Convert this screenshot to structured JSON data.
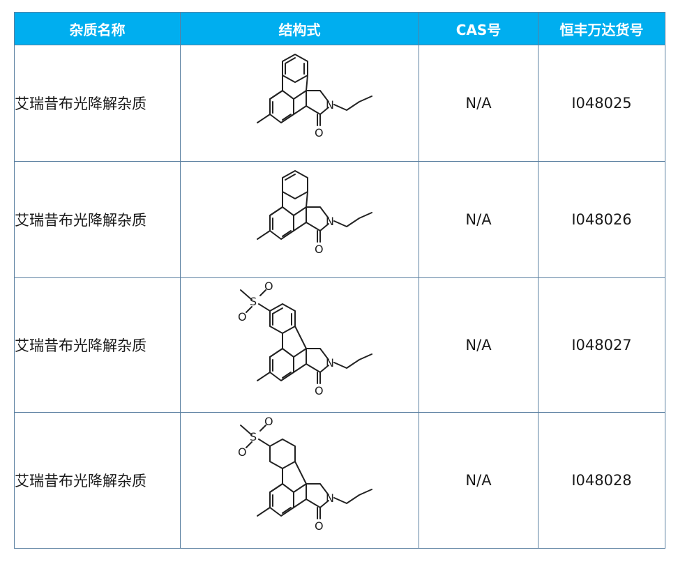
{
  "headers": [
    "杂质名称",
    "结构式",
    "CAS号",
    "恒丰万达货号"
  ],
  "rows": [
    {
      "name": "艾瑞昔布光降解杂质",
      "cas": "N/A",
      "catalog": "I048025",
      "atoms": {
        "n": "N",
        "o": "O"
      }
    },
    {
      "name": "艾瑞昔布光降解杂质",
      "cas": "N/A",
      "catalog": "I048026",
      "atoms": {
        "n": "N",
        "o": "O"
      }
    },
    {
      "name": "艾瑞昔布光降解杂质",
      "cas": "N/A",
      "catalog": "I048027",
      "atoms": {
        "n": "N",
        "o": "O",
        "s": "S",
        "o2": "O",
        "o3": "O"
      }
    },
    {
      "name": "艾瑞昔布光降解杂质",
      "cas": "N/A",
      "catalog": "I048028",
      "atoms": {
        "n": "N",
        "o": "O",
        "s": "S",
        "o2": "O",
        "o3": "O"
      }
    }
  ]
}
